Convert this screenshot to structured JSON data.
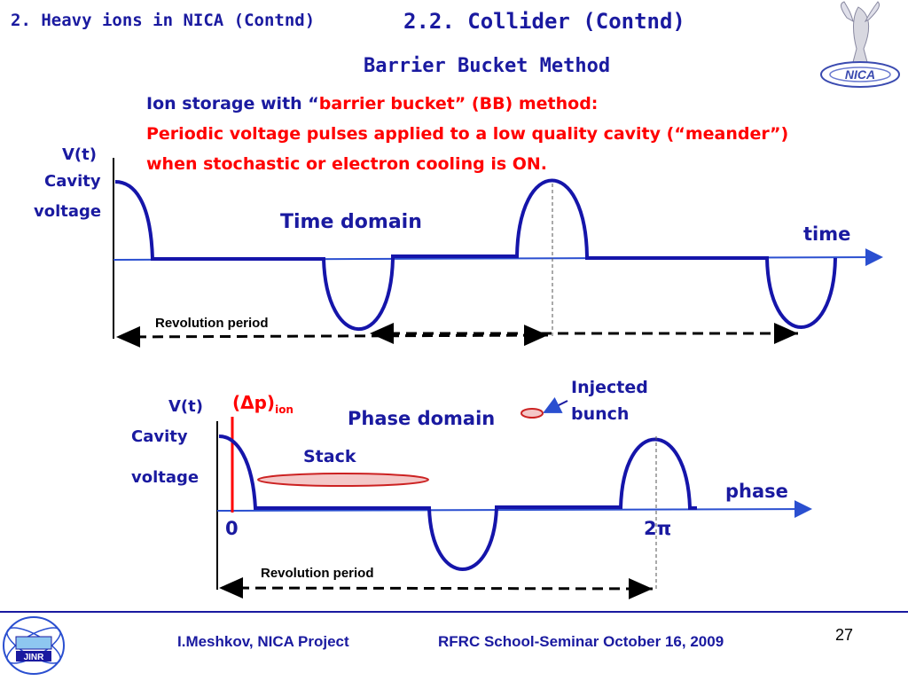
{
  "header": {
    "left_title": "2. Heavy ions in NICA (Contnd)",
    "right_title": "2.2. Collider (Contnd)",
    "subtitle": "Barrier Bucket Method"
  },
  "intro": {
    "line1_prefix": "Ion storage with “",
    "line1_highlight": "barrier bucket” (BB) method:",
    "line2": "Periodic voltage pulses applied to a low quality cavity (“meander”)",
    "line3": "when stochastic or electron cooling is ON."
  },
  "time_plot": {
    "y_label": "V(t)",
    "y_label2": "Cavity",
    "y_label3": "voltage",
    "domain_label": "Time domain",
    "x_label": "time",
    "period_label": "Revolution period"
  },
  "phase_plot": {
    "y_label": "V(t)",
    "y_label2": "Cavity",
    "y_label3": "voltage",
    "dp_label": "(Δp)",
    "dp_sub": "ion",
    "domain_label": "Phase domain",
    "injected_label1": "Injected",
    "injected_label2": "bunch",
    "stack_label": "Stack",
    "x_label": "phase",
    "zero_label": "0",
    "twopi_label": "2π",
    "period_label": "Revolution period"
  },
  "footer": {
    "author": "I.Meshkov, NICA Project",
    "event": "RFRC School-Seminar October 16, 2009",
    "page": "27"
  },
  "colors": {
    "navy": "#1a1aa0",
    "red": "#ff0000",
    "stack_fill": "#f4c8c8"
  }
}
